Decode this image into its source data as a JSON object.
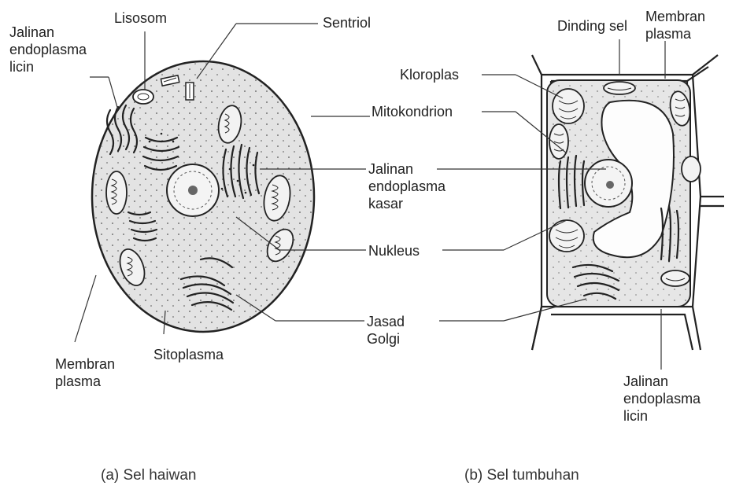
{
  "animal_cell": {
    "labels": {
      "ser": [
        "Jalinan",
        "endoplasma",
        "licin"
      ],
      "lysosome": "Lisosom",
      "centriole": "Sentriol",
      "membrane": [
        "Membran",
        "plasma"
      ],
      "cytoplasm": "Sitoplasma"
    },
    "caption": "(a)  Sel haiwan"
  },
  "shared_labels": {
    "mitochondrion": "Mitokondrion",
    "rer": [
      "Jalinan",
      "endoplasma",
      "kasar"
    ],
    "nucleus": "Nukleus",
    "golgi": [
      "Jasad",
      "Golgi"
    ]
  },
  "plant_cell": {
    "labels": {
      "cell_wall": "Dinding sel",
      "membrane": [
        "Membran",
        "plasma"
      ],
      "chloroplast": "Kloroplas",
      "ser": [
        "Jalinan",
        "endoplasma",
        "licin"
      ]
    },
    "caption": "(b)  Sel tumbuhan"
  }
}
